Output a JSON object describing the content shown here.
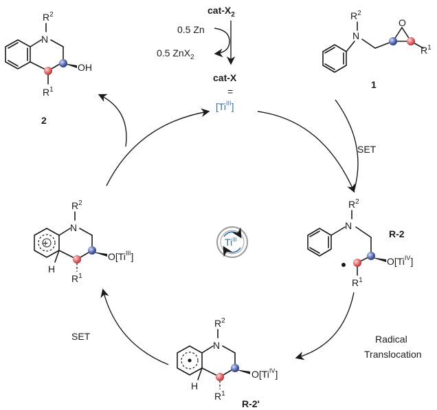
{
  "catalyst": {
    "precursor_name": "cat-X",
    "precursor_sub": "2",
    "zn_in": "0.5 Zn",
    "znx2_out_a": "0.5 ZnX",
    "znx2_out_sub": "2",
    "active_name": "cat-X",
    "equals": "=",
    "active_formula": "[Ti",
    "active_ox": "III",
    "active_close": "]"
  },
  "center_icon": {
    "metal": "Ti",
    "ox": "III"
  },
  "steps": {
    "set_right": "SET",
    "translocation_line1": "Radical",
    "translocation_line2": "Translocation",
    "set_left": "SET"
  },
  "compounds": {
    "substrate": {
      "id": "1",
      "r2": "R",
      "r2_sup": "2",
      "n": "N",
      "o": "O",
      "r1": "R",
      "r1_sup": "1"
    },
    "product": {
      "id": "2",
      "r2": "R",
      "r2_sup": "2",
      "n": "N",
      "oh": "OH",
      "r1": "R",
      "r1_sup": "1"
    },
    "r2_intermediate": {
      "id": "R-2",
      "r2": "R",
      "r2_sup": "2",
      "n": "N",
      "o_ti": "O[Ti",
      "ox": "IV",
      "close": "]",
      "r1": "R",
      "r1_sup": "1"
    },
    "r2prime_intermediate": {
      "id": "R-2'",
      "r2": "R",
      "r2_sup": "2",
      "n": "N",
      "o_ti": "O[Ti",
      "ox": "IV",
      "close": "]",
      "h": "H",
      "r1": "R",
      "r1_sup": "1"
    },
    "cation_intermediate": {
      "r2": "R",
      "r2_sup": "2",
      "n": "N",
      "o_ti": "O[Ti",
      "ox": "III",
      "close": "]",
      "h": "H",
      "r1": "R",
      "r1_sup": "1",
      "charge": "+"
    }
  },
  "colors": {
    "red_atom": "#d9534f",
    "blue_atom": "#3a4f9a",
    "ti_blue": "#2f6db3"
  }
}
